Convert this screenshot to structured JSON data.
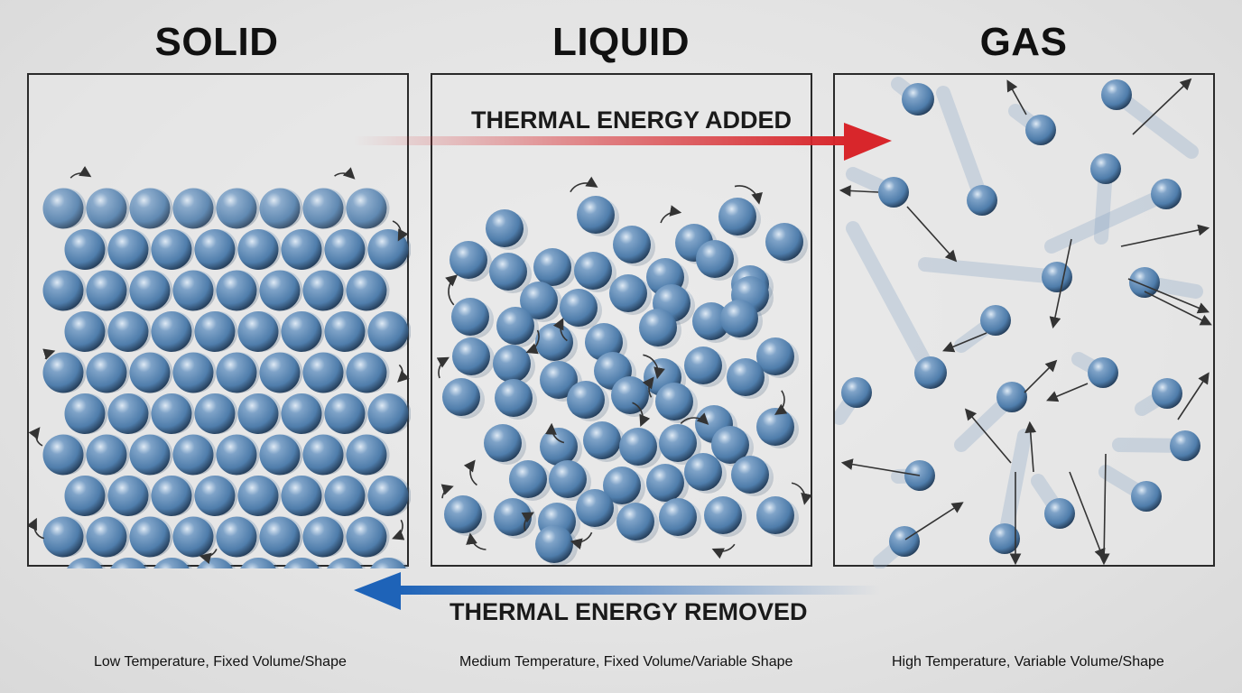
{
  "states": {
    "solid": {
      "title": "SOLID",
      "caption": "Low Temperature, Fixed Volume/Shape"
    },
    "liquid": {
      "title": "LIQUID",
      "caption": "Medium Temperature, Fixed Volume/Variable Shape"
    },
    "gas": {
      "title": "GAS",
      "caption": "High Temperature, Variable Volume/Shape"
    }
  },
  "energy": {
    "added_label": "THERMAL ENERGY ADDED",
    "removed_label": "THERMAL ENERGY REMOVED"
  },
  "colors": {
    "particle": "#4f7dab",
    "added_arrow": "#d8262b",
    "removed_arrow": "#1e63b8"
  },
  "icons": {
    "particle": "sphere-particle-icon",
    "motion": "motion-arrow-icon"
  }
}
